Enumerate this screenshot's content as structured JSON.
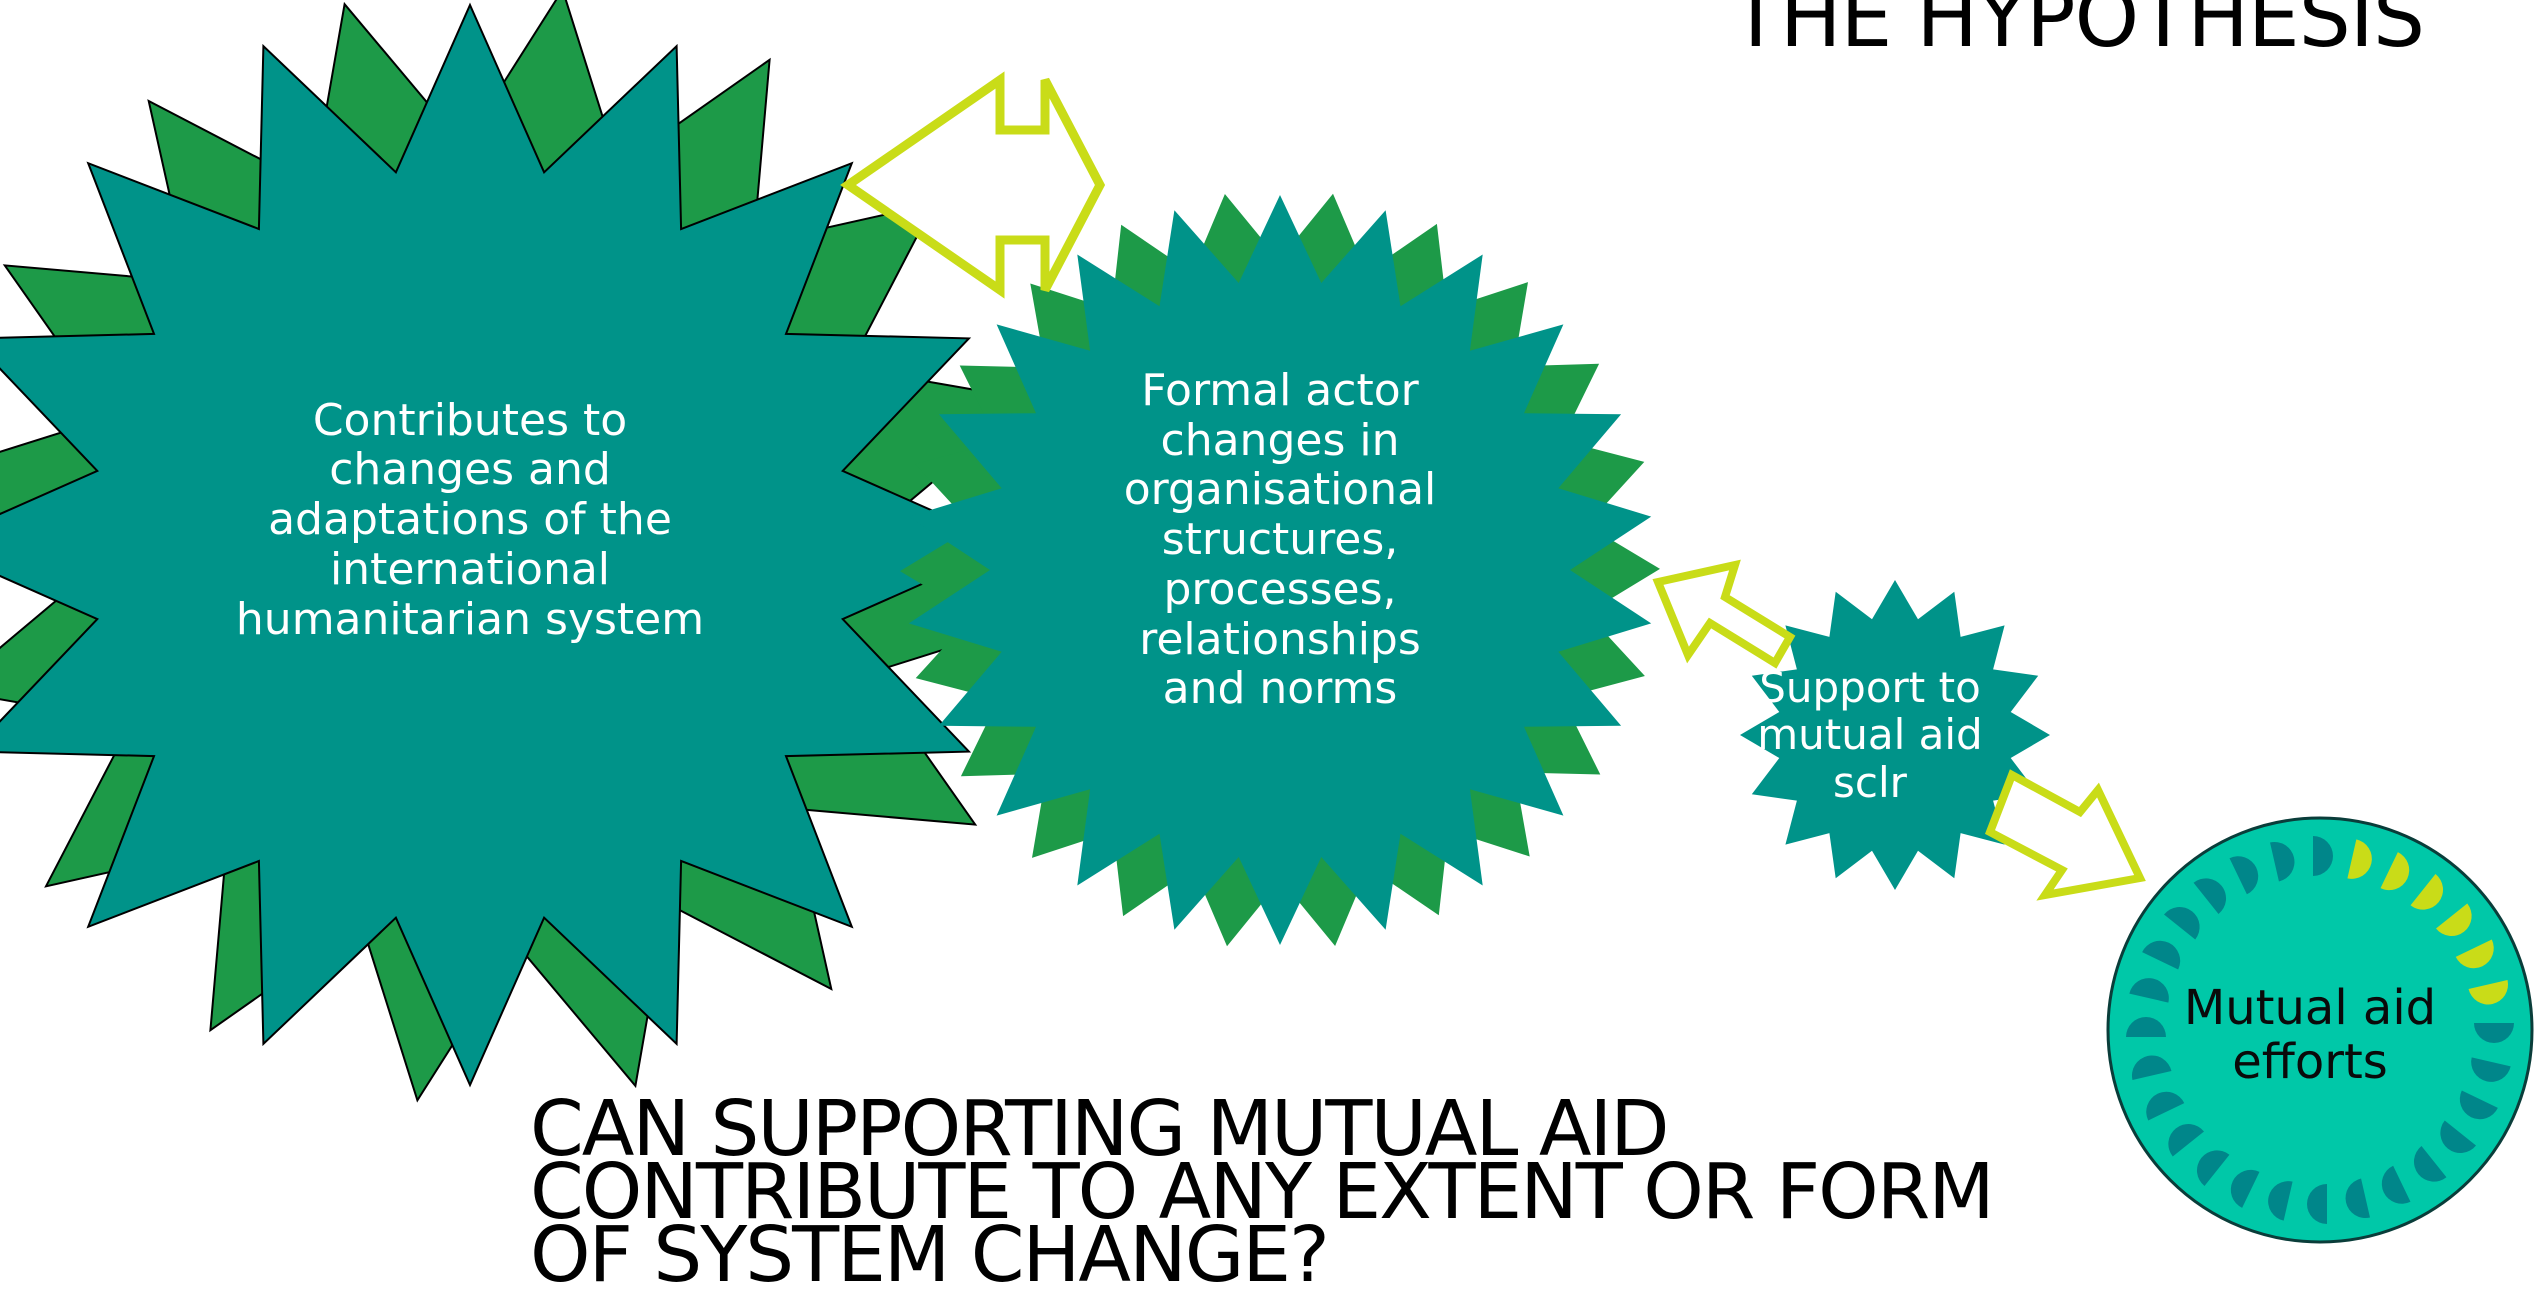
{
  "title": "THE HYPOTHESIS",
  "question_lines": [
    "CAN SUPPORTING MUTUAL AID",
    "CONTRIBUTE TO ANY EXTENT OR FORM",
    "OF SYSTEM CHANGE?"
  ],
  "nodes": {
    "system": {
      "lines": [
        "Contributes to",
        "changes and",
        "adaptations of the",
        "international",
        "humanitarian system"
      ]
    },
    "formal": {
      "lines": [
        "Formal actor",
        "changes in",
        "organisational",
        "structures,",
        "processes,",
        "relationships",
        "and norms"
      ]
    },
    "support": {
      "lines": [
        "Support to",
        "mutual aid",
        "sclr"
      ]
    },
    "mutual": {
      "lines": [
        "Mutual aid",
        "efforts"
      ]
    }
  },
  "colors": {
    "teal": "#009389",
    "green_shadow": "#1d9a48",
    "circle_fill": "#00c8a8",
    "arrow": "#c9dc18",
    "dark_teal_segment": "#00868a"
  },
  "icons": [
    "double-arrow-horizontal",
    "double-arrow-diagonal",
    "double-arrow-diagonal-down"
  ]
}
